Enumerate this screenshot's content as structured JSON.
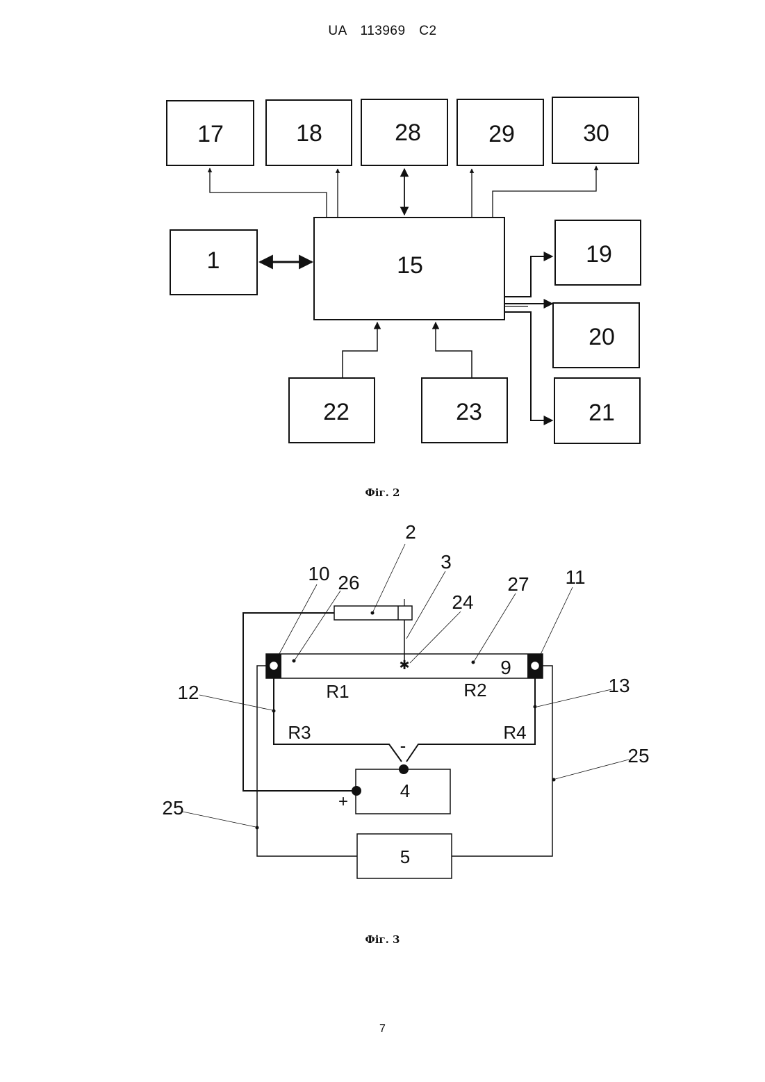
{
  "header": {
    "patent_number": "UA   113969   C2"
  },
  "figure2": {
    "caption": "Фіг. 2",
    "blocks": {
      "b1": "1",
      "b15": "15",
      "b17": "17",
      "b18": "18",
      "b28": "28",
      "b29": "29",
      "b30": "30",
      "b19": "19",
      "b20": "20",
      "b21": "21",
      "b22": "22",
      "b23": "23"
    }
  },
  "figure3": {
    "caption": "Фіг. 3",
    "labels": {
      "l2": "2",
      "l3": "3",
      "l10": "10",
      "l26": "26",
      "l24": "24",
      "l27": "27",
      "l11": "11",
      "l9": "9",
      "l12": "12",
      "l13": "13",
      "l25a": "25",
      "l25b": "25",
      "r1": "R1",
      "r2": "R2",
      "r3": "R3",
      "r4": "R4",
      "minus": "-",
      "plus": "+",
      "b4": "4",
      "b5": "5"
    }
  },
  "footer": {
    "page_number": "7"
  }
}
